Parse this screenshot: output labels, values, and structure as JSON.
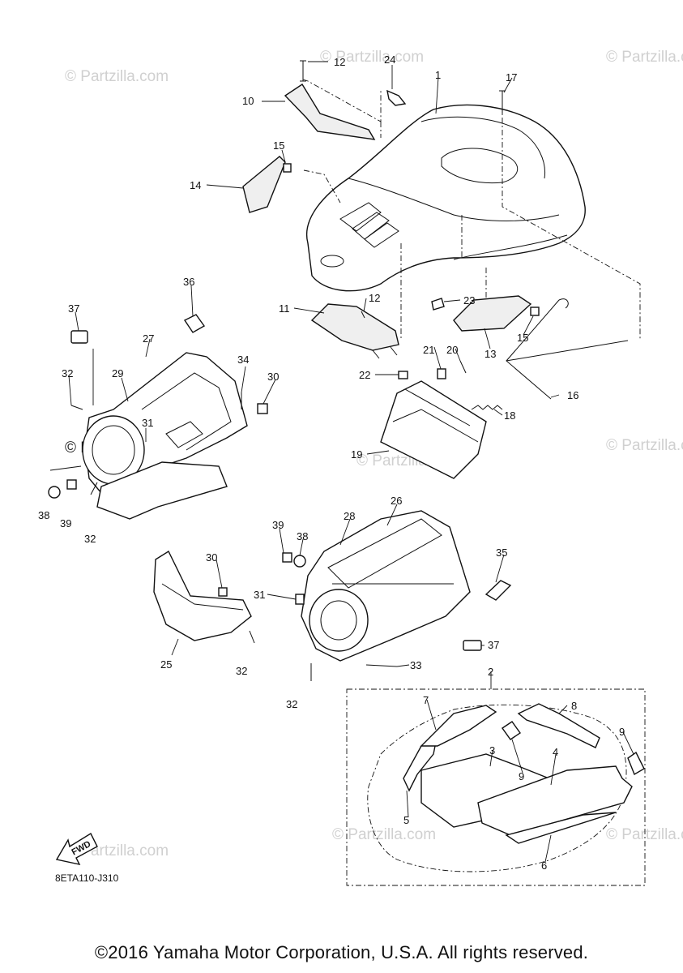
{
  "diagram": {
    "callouts": {
      "c1": "1",
      "c2": "2",
      "c3": "3",
      "c4": "4",
      "c5": "5",
      "c6": "6",
      "c7": "7",
      "c8": "8",
      "c9a": "9",
      "c9b": "9",
      "c10": "10",
      "c11": "11",
      "c12a": "12",
      "c12b": "12",
      "c13": "13",
      "c14": "14",
      "c15a": "15",
      "c15b": "15",
      "c16": "16",
      "c17": "17",
      "c18": "18",
      "c19": "19",
      "c20": "20",
      "c21": "21",
      "c22": "22",
      "c23": "23",
      "c24": "24",
      "c25": "25",
      "c26": "26",
      "c27": "27",
      "c28": "28",
      "c29": "29",
      "c30a": "30",
      "c30b": "30",
      "c31a": "31",
      "c31b": "31",
      "c32a": "32",
      "c32b": "32",
      "c32c": "32",
      "c32d": "32",
      "c33": "33",
      "c34": "34",
      "c35": "35",
      "c36": "36",
      "c37a": "37",
      "c37b": "37",
      "c38a": "38",
      "c38b": "38",
      "c39a": "39",
      "c39b": "39"
    },
    "fwd_label": "FWD",
    "diagram_code": "8ETA110-J310",
    "watermark": "© Partzilla.com"
  },
  "footer": {
    "copyright": "©2016 Yamaha Motor Corporation, U.S.A. All rights reserved."
  }
}
